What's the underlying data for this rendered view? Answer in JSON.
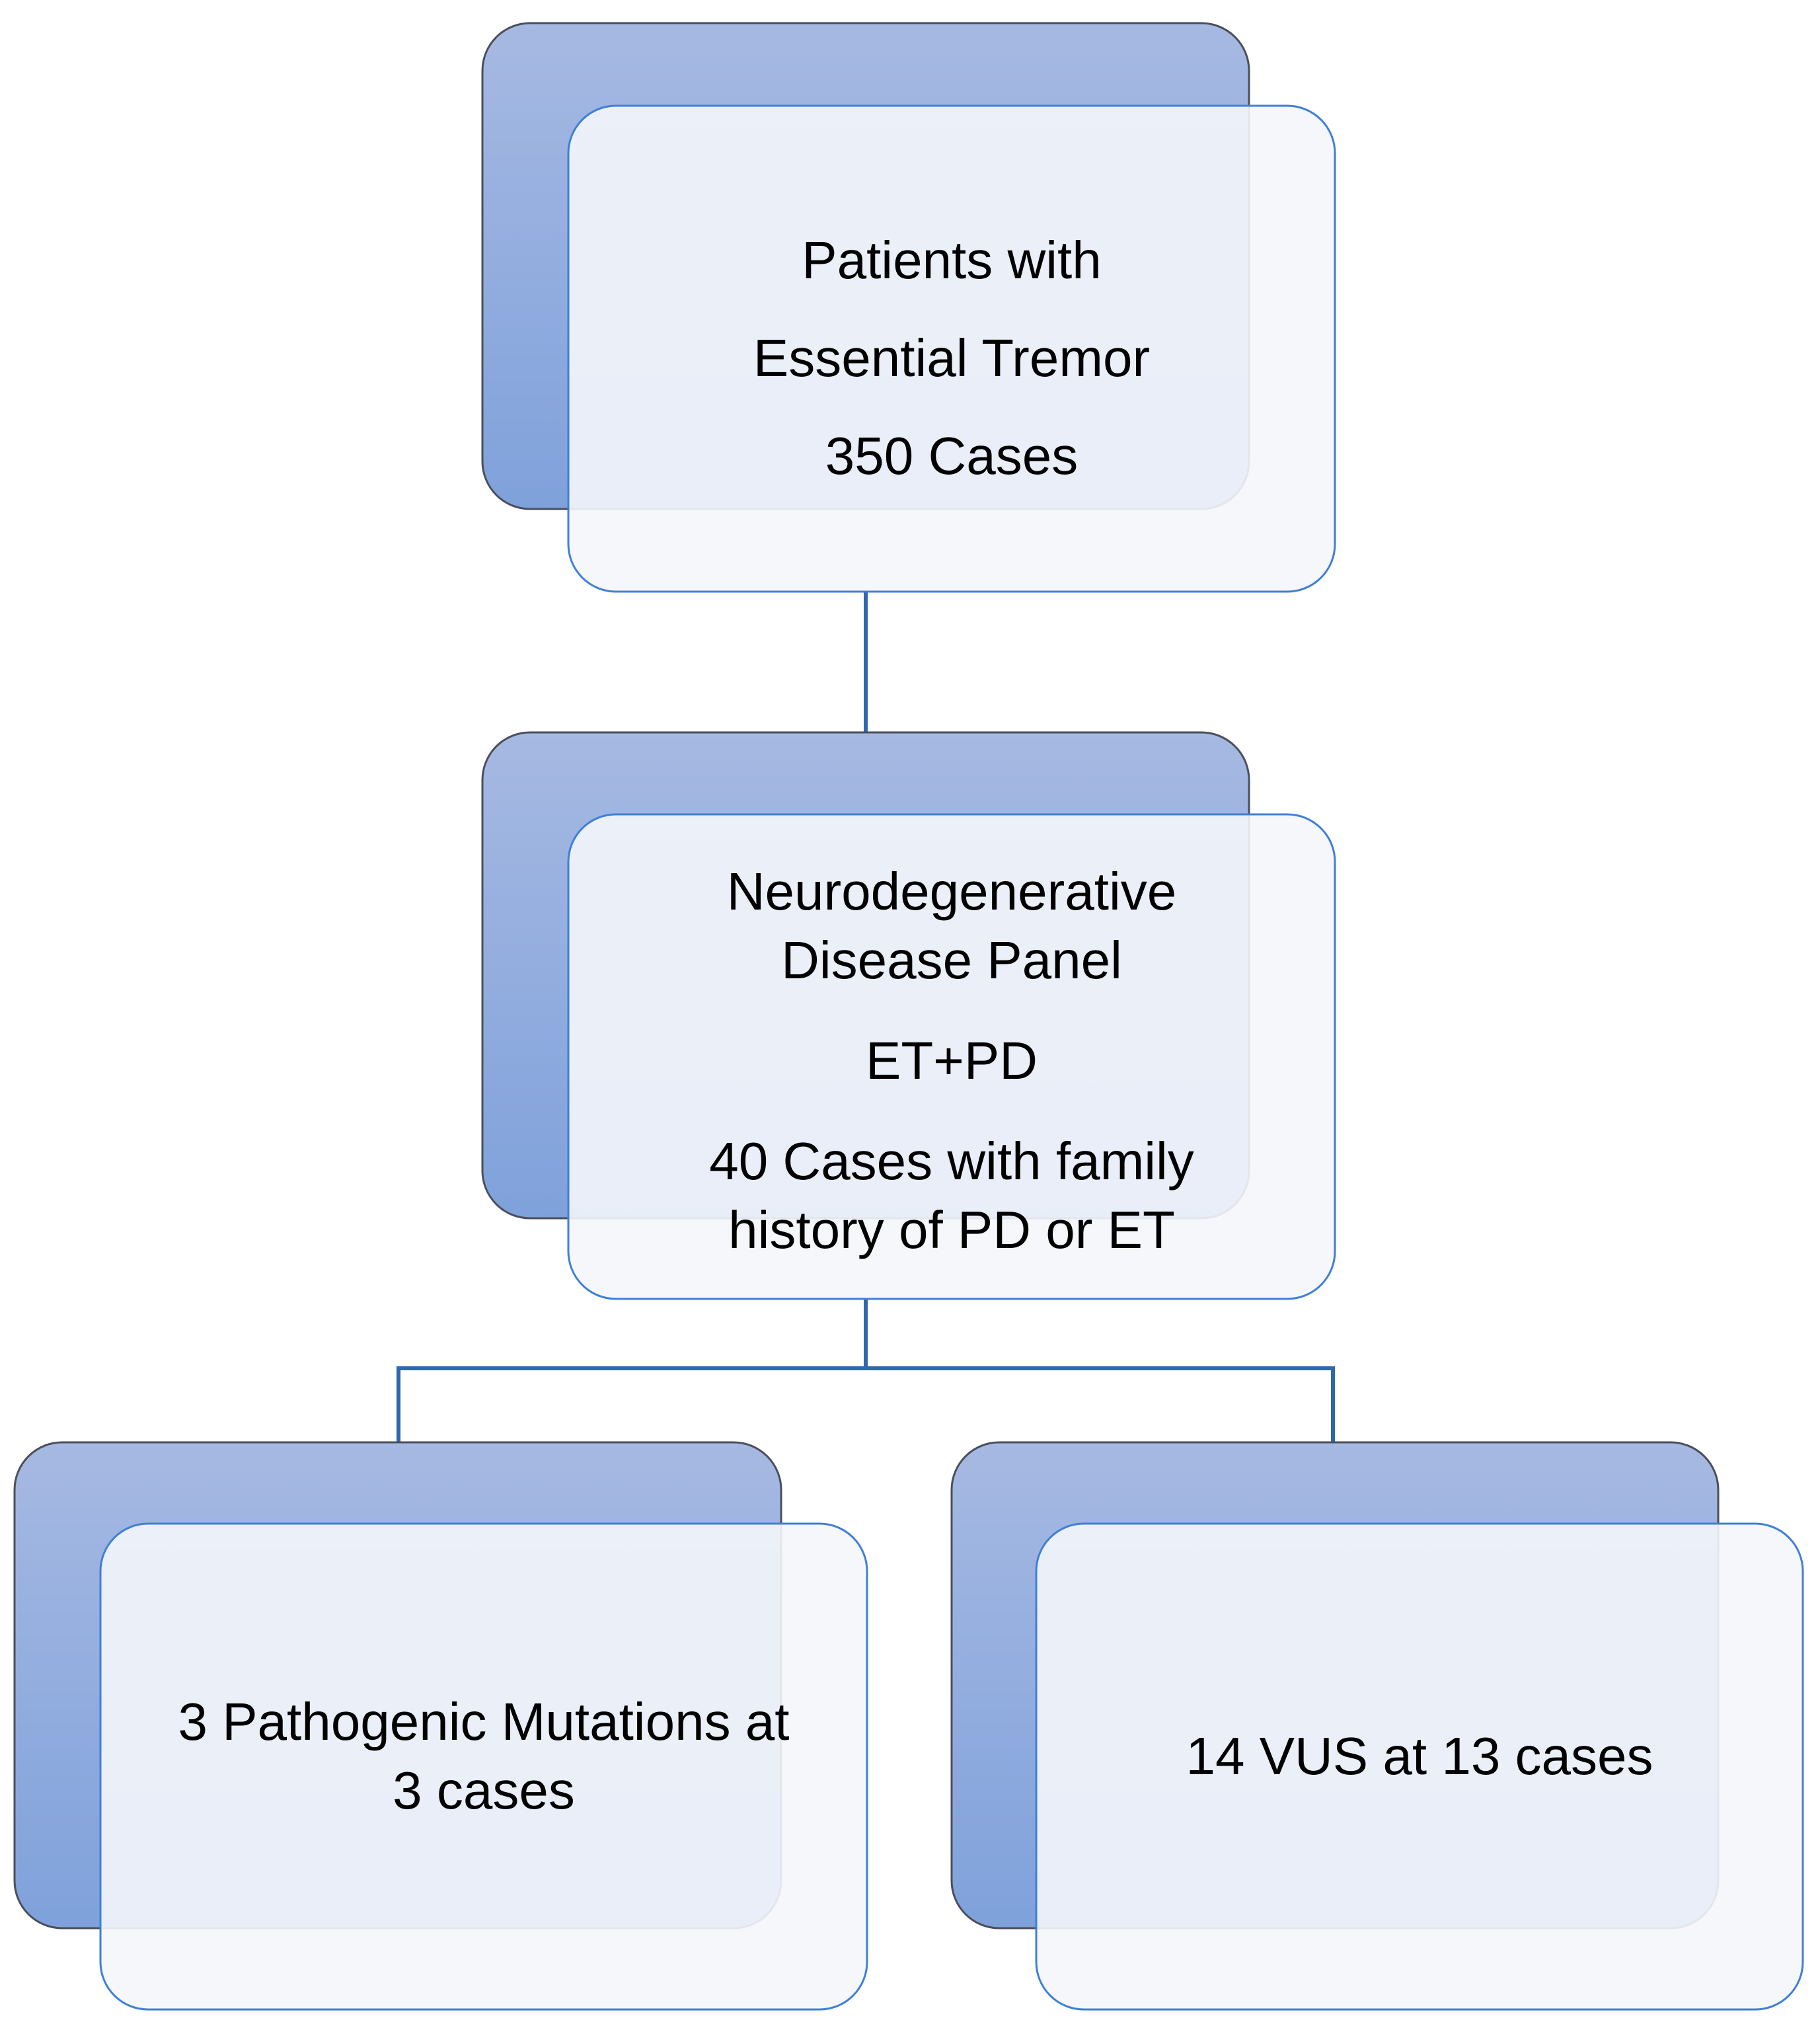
{
  "colors": {
    "back_box_top": "#a6b9e2",
    "back_box_bottom": "#7fa1db",
    "back_box_stroke": "#4a4f5a",
    "front_box_fill": "#f4f6fb",
    "front_box_stroke": "#3f7fd8",
    "connector": "#2f66b0"
  },
  "nodes": {
    "top": {
      "line1": "Patients with",
      "line2": "Essential Tremor",
      "line3": "350 Cases"
    },
    "middle": {
      "line1": "Neurodegenerative",
      "line2": "Disease Panel",
      "line3": "ET+PD",
      "line4": "40 Cases with family",
      "line5": "history of PD or ET"
    },
    "bottom_left": {
      "line1": "3 Pathogenic Mutations at",
      "line2": "3 cases"
    },
    "bottom_right": {
      "line1": "14 VUS at 13 cases"
    }
  }
}
